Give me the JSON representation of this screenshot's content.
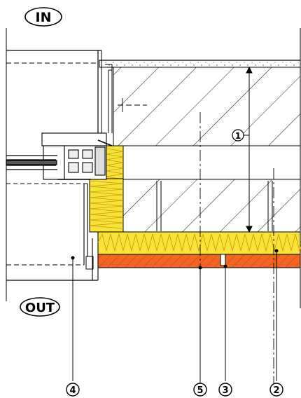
{
  "labels": {
    "inside": "IN",
    "outside": "OUT",
    "callout_1": "1",
    "callout_2": "2",
    "callout_3": "3",
    "callout_4": "4",
    "callout_5": "5"
  },
  "colors": {
    "insulation_fill": "#f7e33a",
    "insulation_stroke": "#d9a800",
    "render_fill": "#f26522",
    "render_hatch": "#9b3a10",
    "line": "#000000",
    "background": "#ffffff"
  }
}
